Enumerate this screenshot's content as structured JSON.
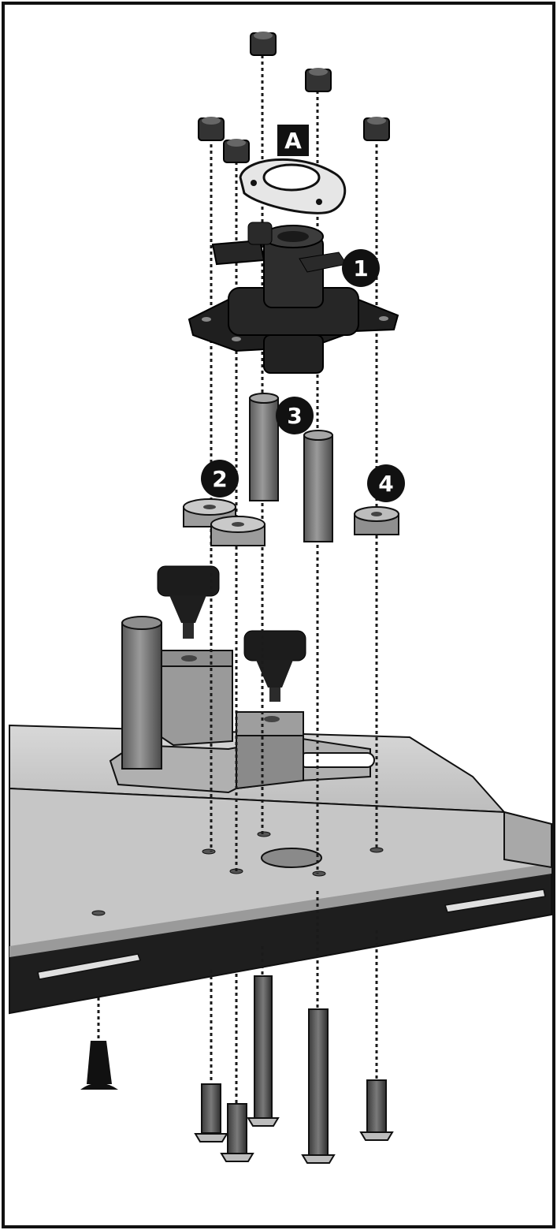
{
  "diagram": {
    "letter_callout": "A",
    "number_callouts": [
      "1",
      "2",
      "3",
      "4"
    ]
  },
  "colors": {
    "ink": "#1a1a1a",
    "board_light": "#cfcfcf",
    "board_mid": "#b4b4b4",
    "part_dark": "#2a2a2a",
    "part_gray": "#7d7d7d",
    "part_light": "#d4d4d4"
  }
}
